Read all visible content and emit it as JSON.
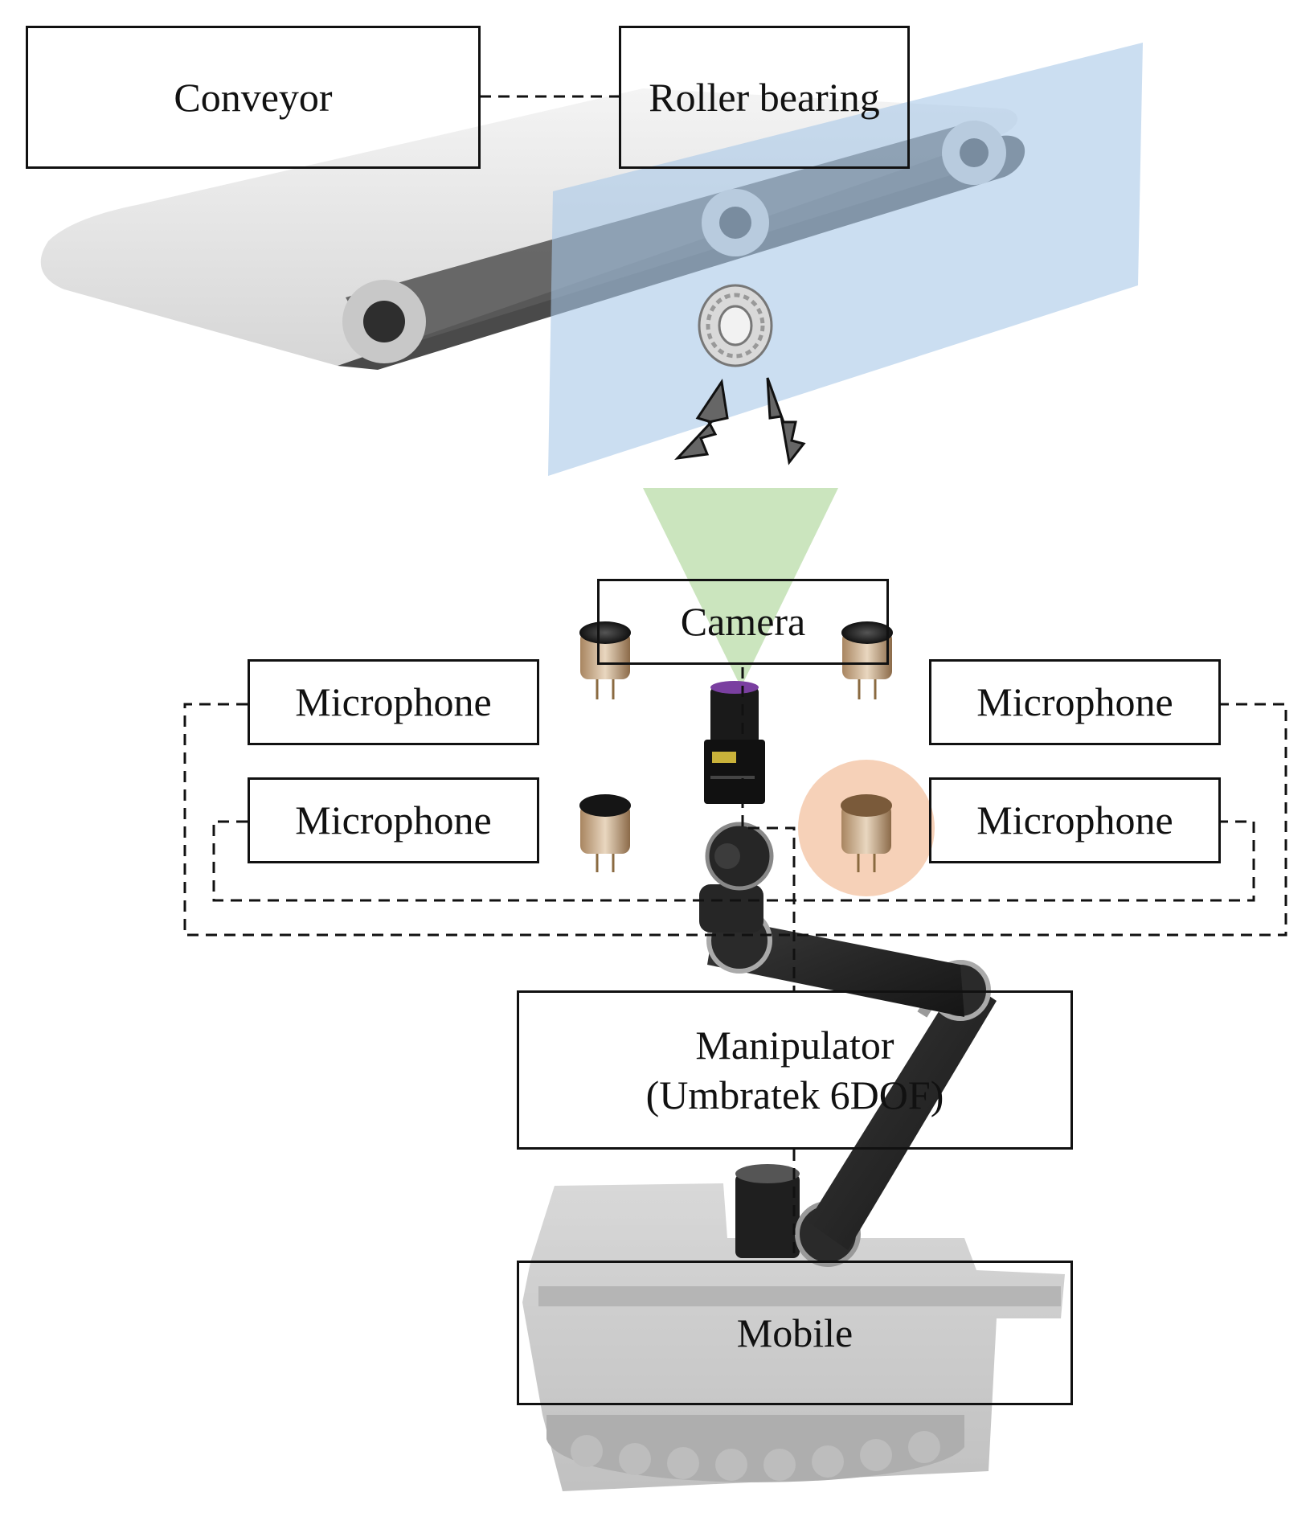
{
  "labels": {
    "conveyor": "Conveyor",
    "roller_bearing": "Roller bearing",
    "camera": "Camera",
    "mic_top_left": "Microphone",
    "mic_bottom_left": "Microphone",
    "mic_top_right": "Microphone",
    "mic_bottom_right": "Microphone",
    "manipulator_line1": "Manipulator",
    "manipulator_line2": "(Umbratek 6DOF)",
    "mobile": "Mobile"
  },
  "colors": {
    "inspection_plane": "#a9c8e8",
    "camera_fov": "#b9dca8",
    "active_mic_highlight": "#f4c6a6",
    "conveyor_belt": "#e2e2e2",
    "roller_dark": "#3a3a3a",
    "robot_body": "#9a9a9a",
    "arm": "#2b2b2b",
    "connector_line": "#111111"
  },
  "icons": {
    "bearing": "roller-bearing-icon",
    "vibration": "lightning-icon",
    "camera": "industrial-camera-icon",
    "microphone": "microphone-capsule-icon",
    "arm": "robot-arm-icon",
    "mobile": "tracked-mobile-robot-icon"
  }
}
